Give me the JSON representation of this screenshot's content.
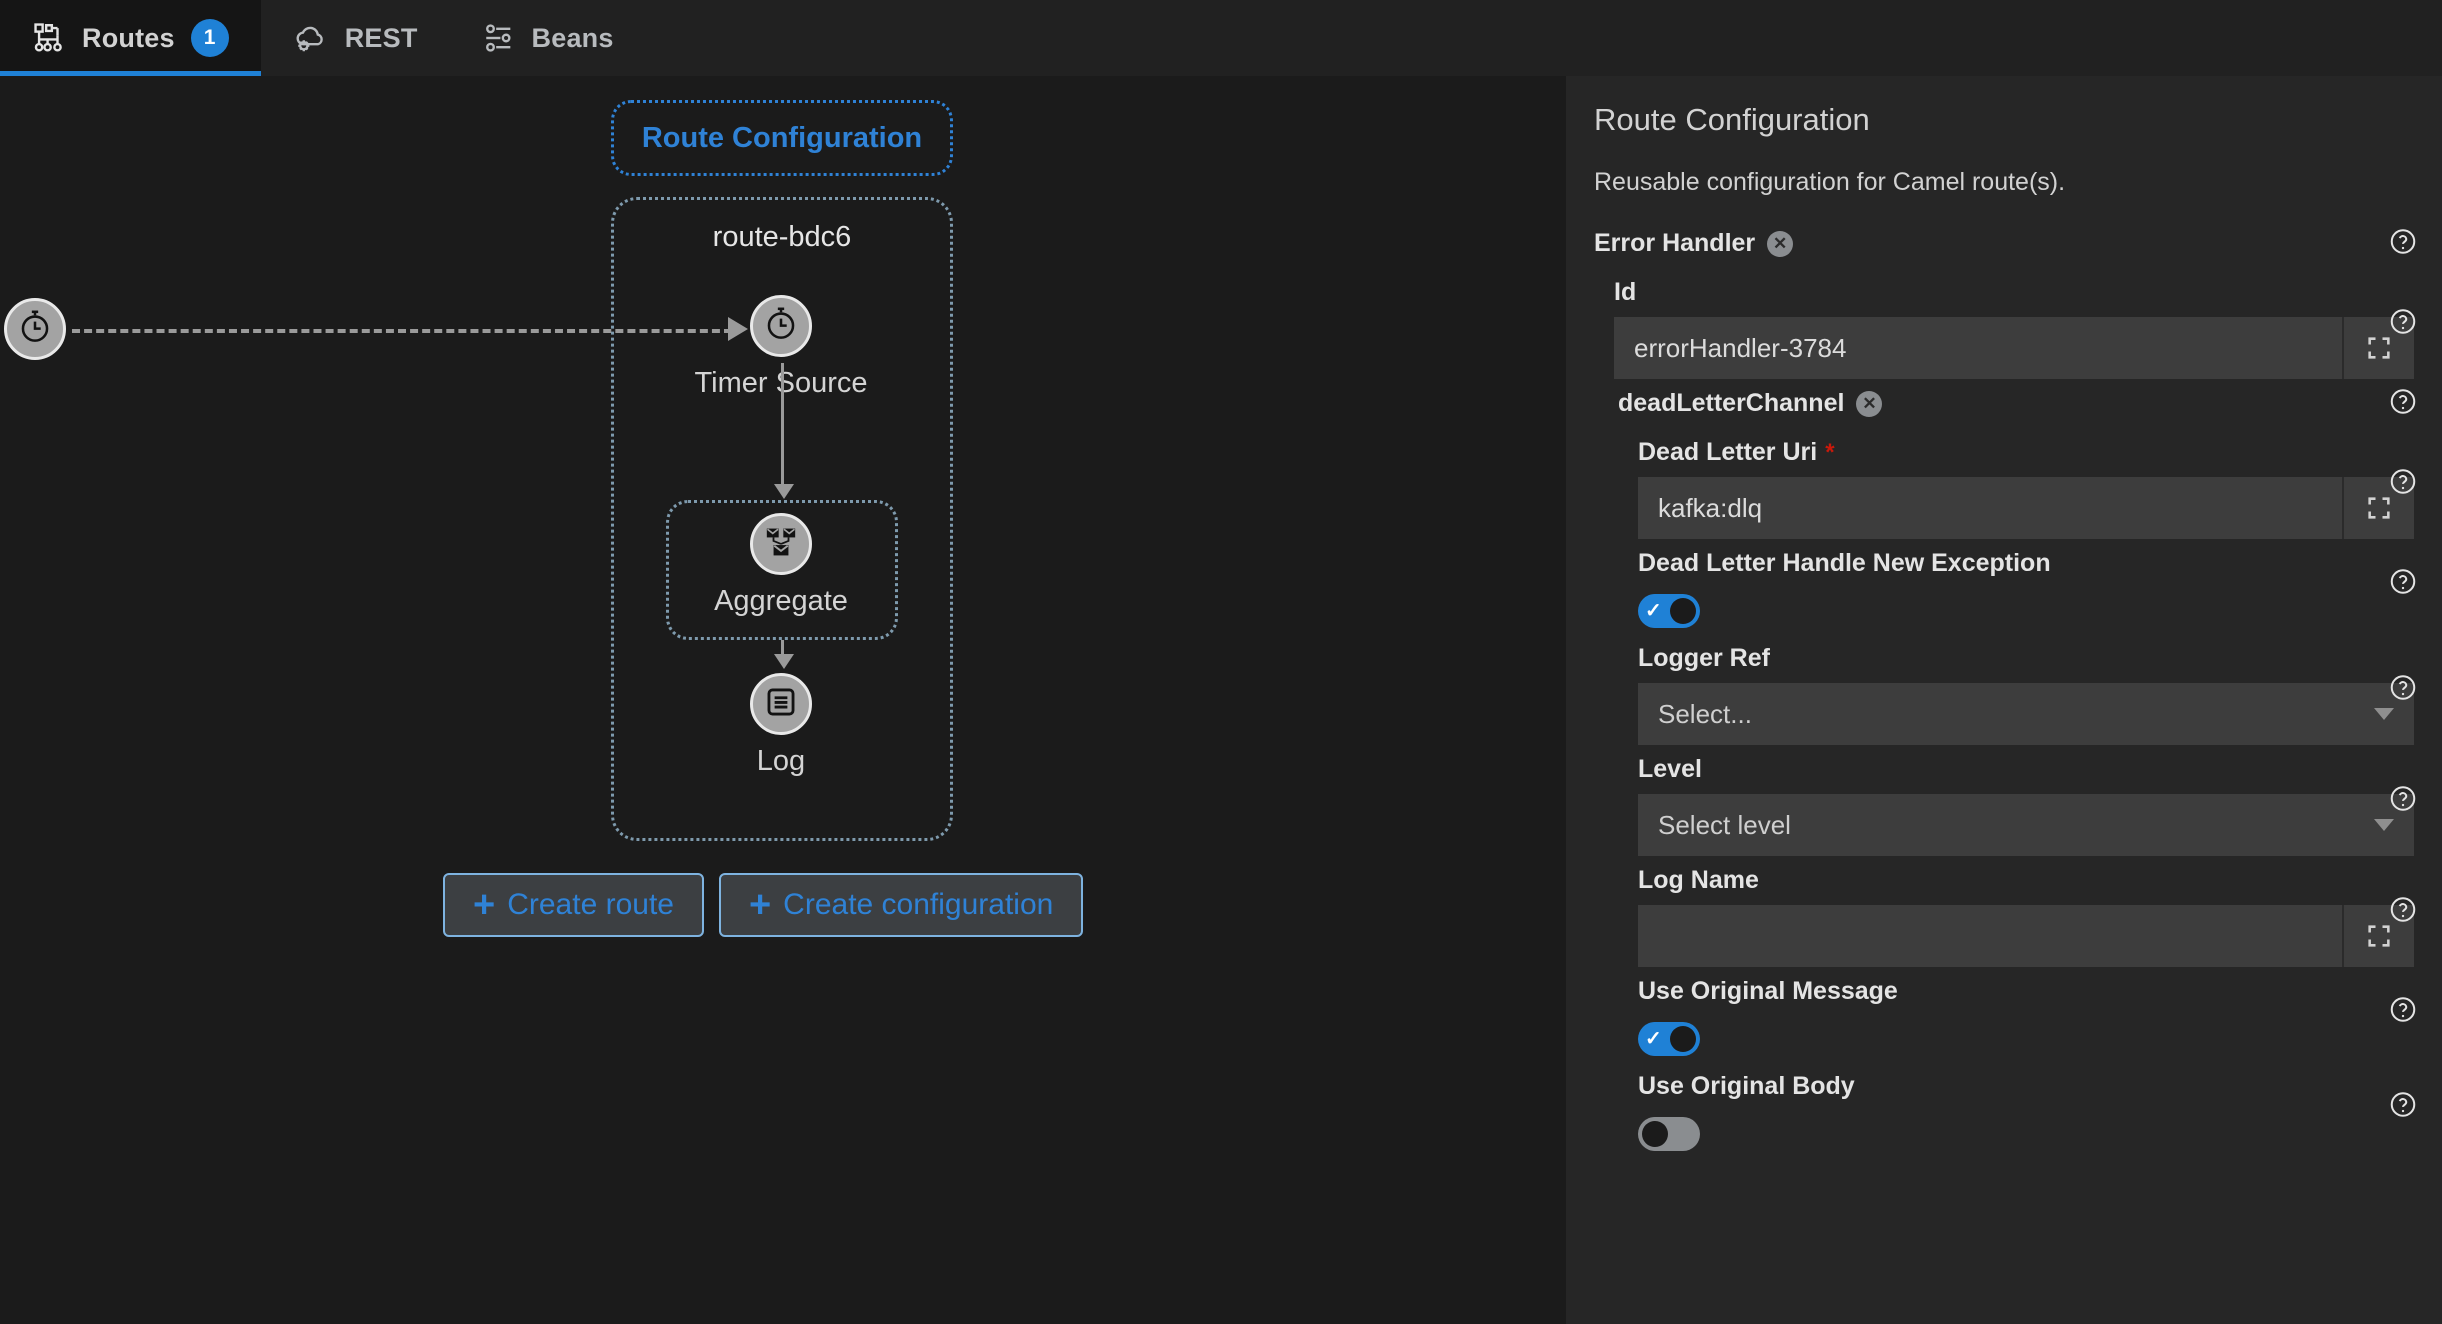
{
  "tabs": [
    {
      "label": "Routes",
      "icon": "routes-icon",
      "badge": "1",
      "active": true
    },
    {
      "label": "REST",
      "icon": "cloud-gear-icon",
      "badge": null,
      "active": false
    },
    {
      "label": "Beans",
      "icon": "sliders-icon",
      "badge": null,
      "active": false
    }
  ],
  "canvas": {
    "route_configuration_pill": "Route Configuration",
    "route_label": "route-bdc6",
    "nodes": [
      {
        "label": "Timer Source",
        "icon": "timer-icon"
      },
      {
        "label": "Aggregate",
        "icon": "aggregate-icon"
      },
      {
        "label": "Log",
        "icon": "log-icon"
      }
    ],
    "source_node_icon": "timer-icon",
    "buttons": [
      {
        "label": "Create route",
        "icon": "plus-icon"
      },
      {
        "label": "Create configuration",
        "icon": "plus-icon"
      }
    ]
  },
  "panel": {
    "title": "Route Configuration",
    "description": "Reusable configuration for Camel route(s).",
    "error_handler": {
      "label": "Error Handler",
      "remove_icon": "close-circle-icon",
      "help_icon": "help-circle-icon",
      "id_field": {
        "label": "Id",
        "value": "errorHandler-3784",
        "placeholder": "",
        "expand_icon": "expand-icon",
        "help_icon": "help-circle-icon"
      },
      "dead_letter_channel": {
        "label": "deadLetterChannel",
        "remove_icon": "close-circle-icon",
        "help_icon": "help-circle-icon",
        "fields": [
          {
            "type": "text",
            "label": "Dead Letter Uri",
            "required": true,
            "value": "kafka:dlq",
            "placeholder": "",
            "expand_icon": "expand-icon",
            "help_icon": "help-circle-icon"
          },
          {
            "type": "toggle",
            "label": "Dead Letter Handle New Exception",
            "on": true,
            "help_icon": "help-circle-icon"
          },
          {
            "type": "select",
            "label": "Logger Ref",
            "value": "Select...",
            "help_icon": "help-circle-icon",
            "caret_icon": "chevron-down-icon"
          },
          {
            "type": "select",
            "label": "Level",
            "value": "Select level",
            "help_icon": "help-circle-icon",
            "caret_icon": "chevron-down-icon"
          },
          {
            "type": "text",
            "label": "Log Name",
            "required": false,
            "value": "",
            "placeholder": "",
            "expand_icon": "expand-icon",
            "help_icon": "help-circle-icon"
          },
          {
            "type": "toggle",
            "label": "Use Original Message",
            "on": true,
            "help_icon": "help-circle-icon"
          },
          {
            "type": "toggle",
            "label": "Use Original Body",
            "on": false,
            "help_icon": "help-circle-icon"
          }
        ]
      }
    }
  },
  "colors": {
    "accent": "#1f81d6",
    "link": "#2f82d6",
    "required": "#c9190b",
    "canvas_bg": "#1b1b1b",
    "panel_bg": "#262626",
    "tabbar_bg": "#212121",
    "node_fill": "#a3a3a3"
  }
}
